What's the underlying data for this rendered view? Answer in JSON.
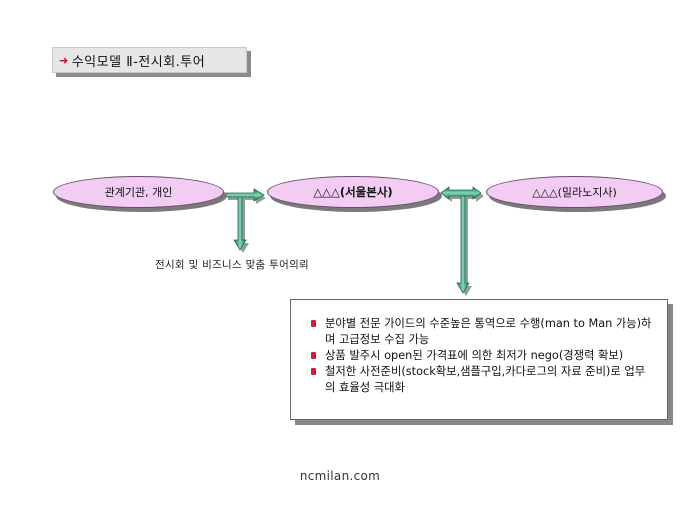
{
  "title": "수익모델 Ⅱ-전시회.투어",
  "nodes": {
    "left": "관계기관, 개인",
    "center": "△△△(서울본사)",
    "right": "△△△(밀라노지사)"
  },
  "caption": "전시회 및 비즈니스 맞춤 투어의뢰",
  "details": [
    "분야별 전문 가이드의 수준높은 통역으로 수행(man to Man 가능)하며 고급정보 수집 가능",
    "상품 발주시 open된 가격표에 의한 최저가 nego(경쟁력 확보)",
    "철저한 사전준비(stock확보,샘플구입,카다로그의 자료 준비)로 업무의 효율성 극대화"
  ],
  "footer": "ncmilan.com",
  "colors": {
    "node_fill": "#f2ccf2",
    "arrow_green": "#3aa37a",
    "bullet_red": "#d01a3a",
    "title_arrow_red": "#c0142c"
  },
  "icons": {
    "title_marker": "right-arrow-icon",
    "bullet": "square-bullet-icon"
  }
}
